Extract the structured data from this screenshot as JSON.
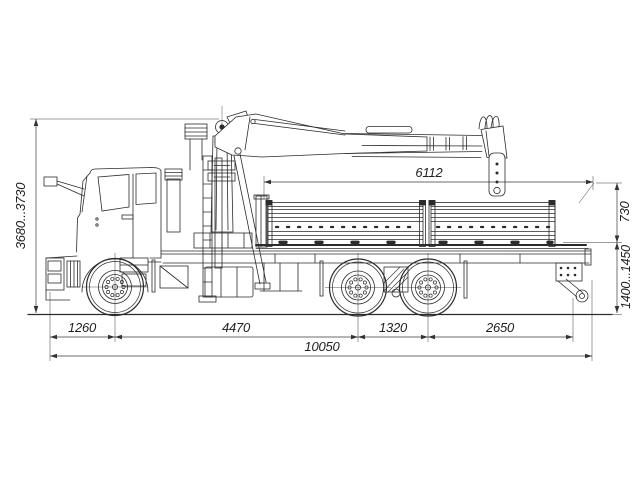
{
  "drawing": {
    "kind": "side-view technical drawing",
    "subject": "flatbed truck with loader crane"
  },
  "dims": {
    "overall_height": "3680...3730",
    "platform_length": "6112",
    "board_height": "730",
    "platform_floor_height": "1400...1450",
    "front_overhang": "1260",
    "wheelbase": "4470",
    "rear_axle_spread": "1320",
    "rear_overhang": "2650",
    "overall_length": "10050"
  },
  "colors": {
    "line": "#2b2b2b",
    "dimension": "#333333",
    "background": "#ffffff"
  }
}
